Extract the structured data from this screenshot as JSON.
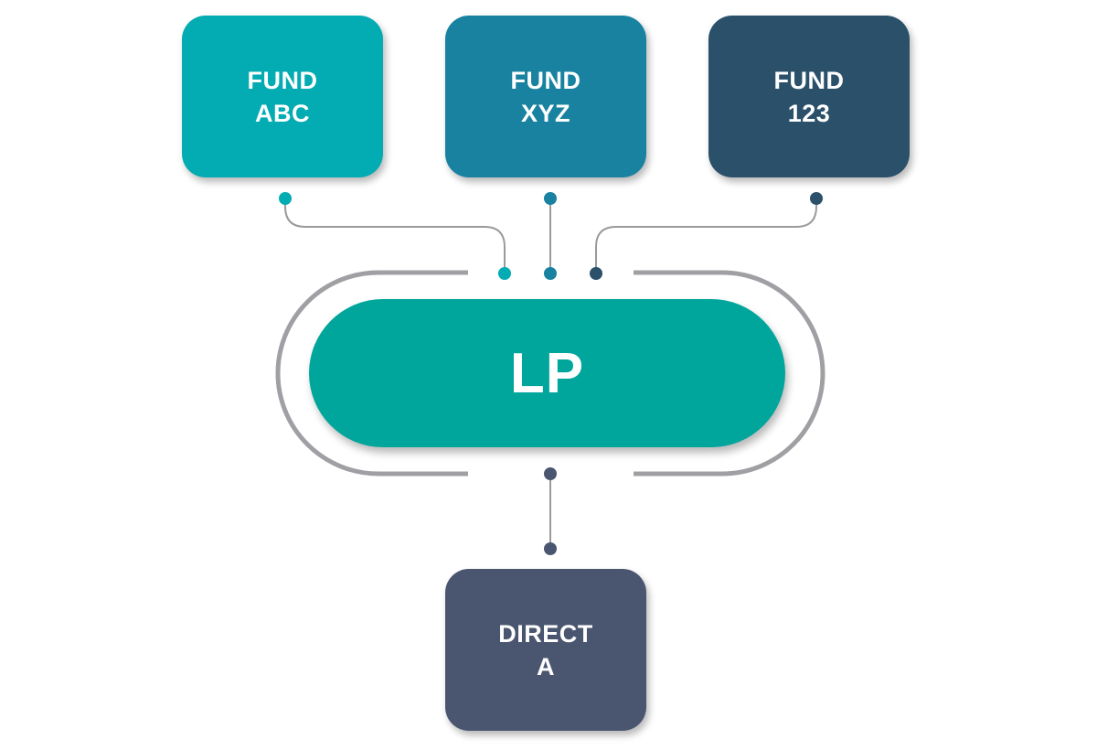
{
  "nodes": {
    "fund_abc": {
      "line1": "FUND",
      "line2": "ABC",
      "color": "#03ABB2"
    },
    "fund_xyz": {
      "line1": "FUND",
      "line2": "XYZ",
      "color": "#1882A0"
    },
    "fund_123": {
      "line1": "FUND",
      "line2": "123",
      "color": "#2B506A"
    },
    "lp": {
      "label": "LP",
      "color": "#00A59B"
    },
    "direct_a": {
      "line1": "DIRECT",
      "line2": "A",
      "color": "#4A5670"
    }
  },
  "connector_colors": {
    "line": "#9A9A9E",
    "frame": "#A0A0A4"
  }
}
